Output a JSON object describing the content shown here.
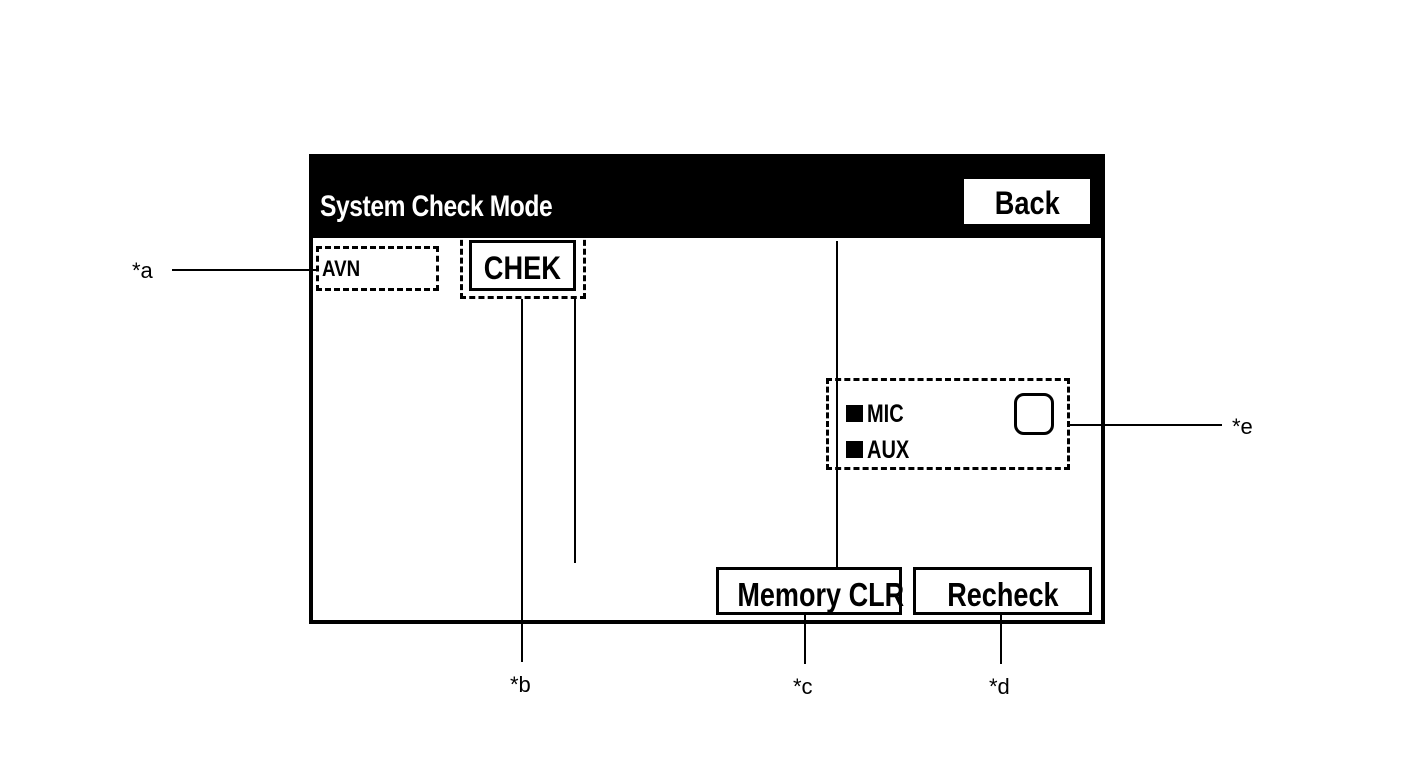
{
  "screen": {
    "title": "System Check Mode",
    "back_label": "Back",
    "avn_label": "AVN",
    "chek_label": "CHEK",
    "mic_label": "MIC",
    "aux_label": "AUX",
    "memory_clr_label": "Memory CLR",
    "recheck_label": "Recheck"
  },
  "callouts": {
    "a": "*a",
    "b": "*b",
    "c": "*c",
    "d": "*d",
    "e": "*e"
  }
}
